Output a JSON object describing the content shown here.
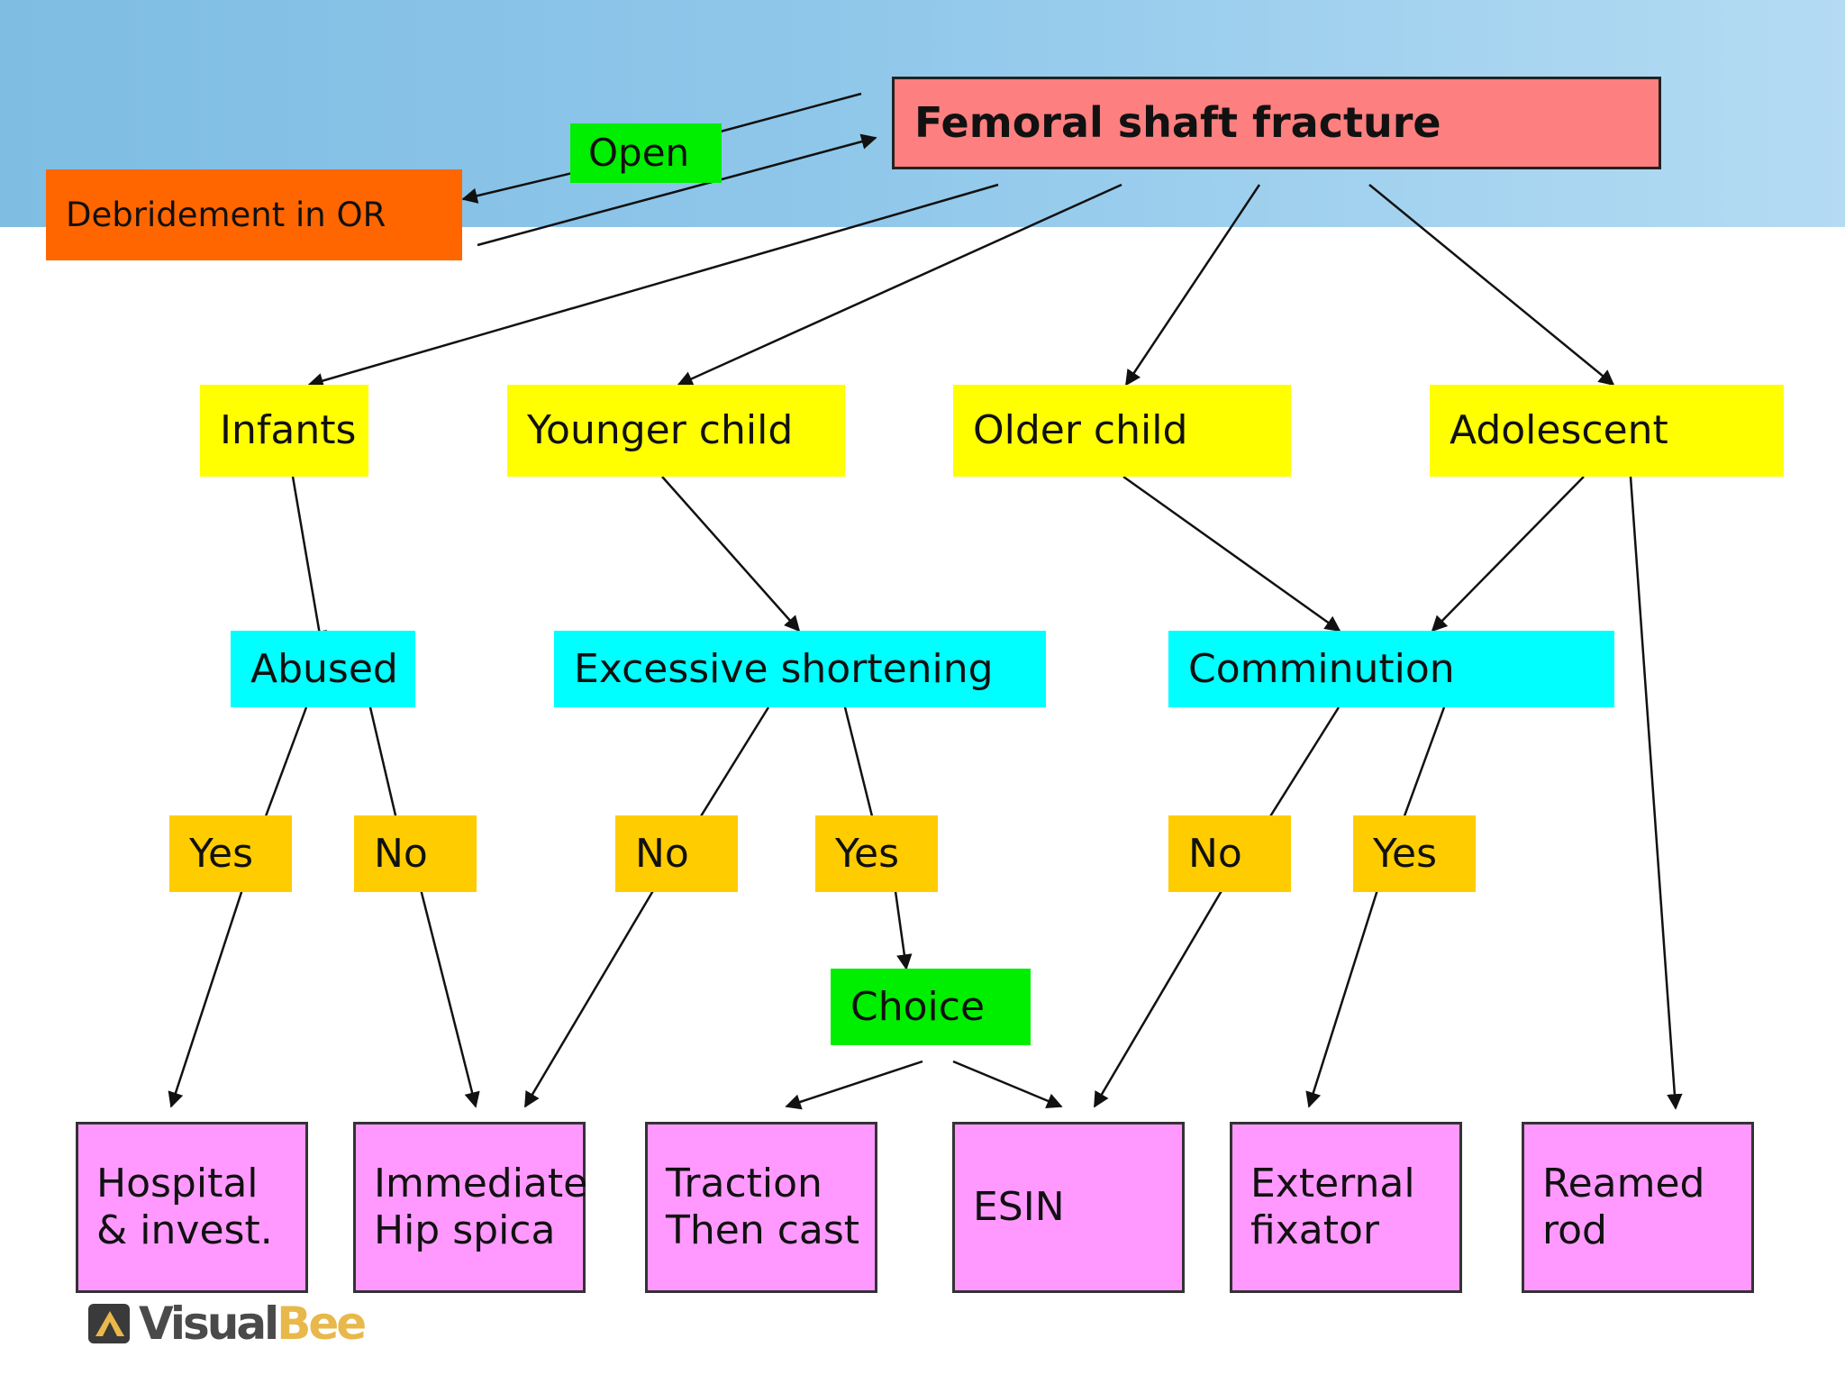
{
  "colors": {
    "banner": "#8fc7ea",
    "title_fill": "#fe7f7f",
    "age_fill": "#ffff00",
    "question_fill": "#00ffff",
    "answer_fill": "#ffcc00",
    "treatment_fill": "#ff99ff",
    "green_fill": "#00ee00",
    "debridement_fill": "#ff6600"
  },
  "title": "Femoral shaft fracture",
  "open": "Open",
  "debridement": "Debridement in OR",
  "age_groups": {
    "infants": "Infants",
    "younger_child": "Younger child",
    "older_child": "Older child",
    "adolescent": "Adolescent"
  },
  "questions": {
    "abused": "Abused",
    "excessive_shortening": "Excessive shortening",
    "comminution": "Comminution"
  },
  "answers": {
    "abused_yes": "Yes",
    "abused_no": "No",
    "shortening_no": "No",
    "shortening_yes": "Yes",
    "comminution_no": "No",
    "comminution_yes": "Yes"
  },
  "choice": "Choice",
  "treatments": {
    "hospital": "Hospital\n& invest.",
    "hip_spica": "Immediate\nHip spica",
    "traction": "Traction\nThen cast",
    "esin": "ESIN",
    "external_fixator": "External\nfixator",
    "reamed_rod": "Reamed\nrod"
  },
  "logo": {
    "part1": "Visual",
    "part2": "Bee"
  }
}
